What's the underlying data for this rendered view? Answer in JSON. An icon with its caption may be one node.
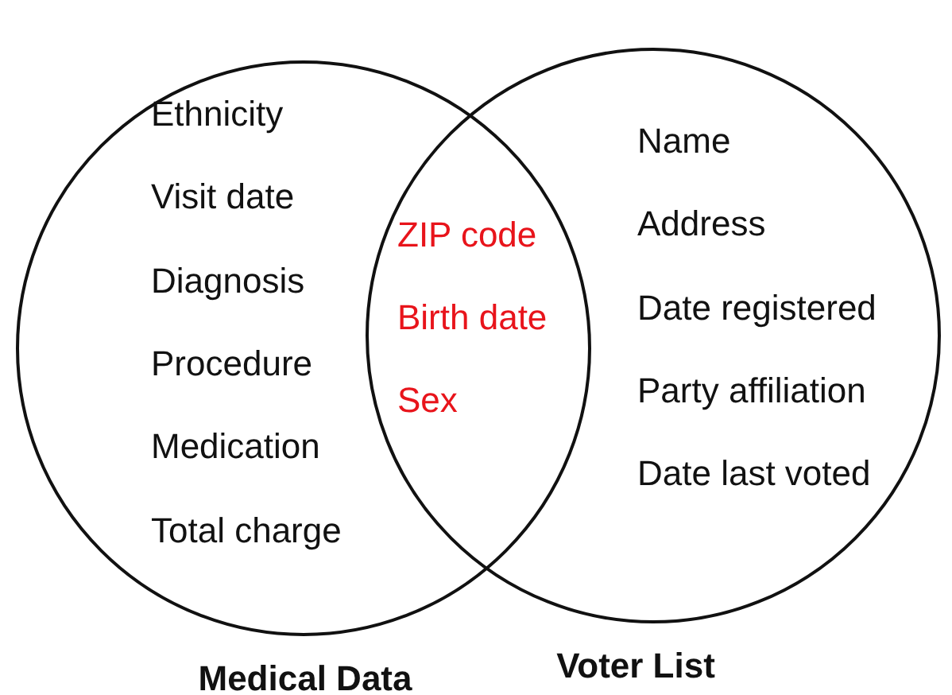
{
  "diagram": {
    "nodes": [
      {
        "text": [
          "Ethnicity",
          "Visit date",
          "Diagnosis",
          "Procedure",
          "Medication",
          "Total charge",
          "Medical Data"
        ]
      },
      {
        "text": [
          "Name",
          "Address",
          "Date registered",
          "Party affiliation",
          "Date last voted",
          "Voter List"
        ]
      }
    ],
    "labels": [
      "ZIP code",
      "Birth date",
      "Sex"
    ]
  }
}
